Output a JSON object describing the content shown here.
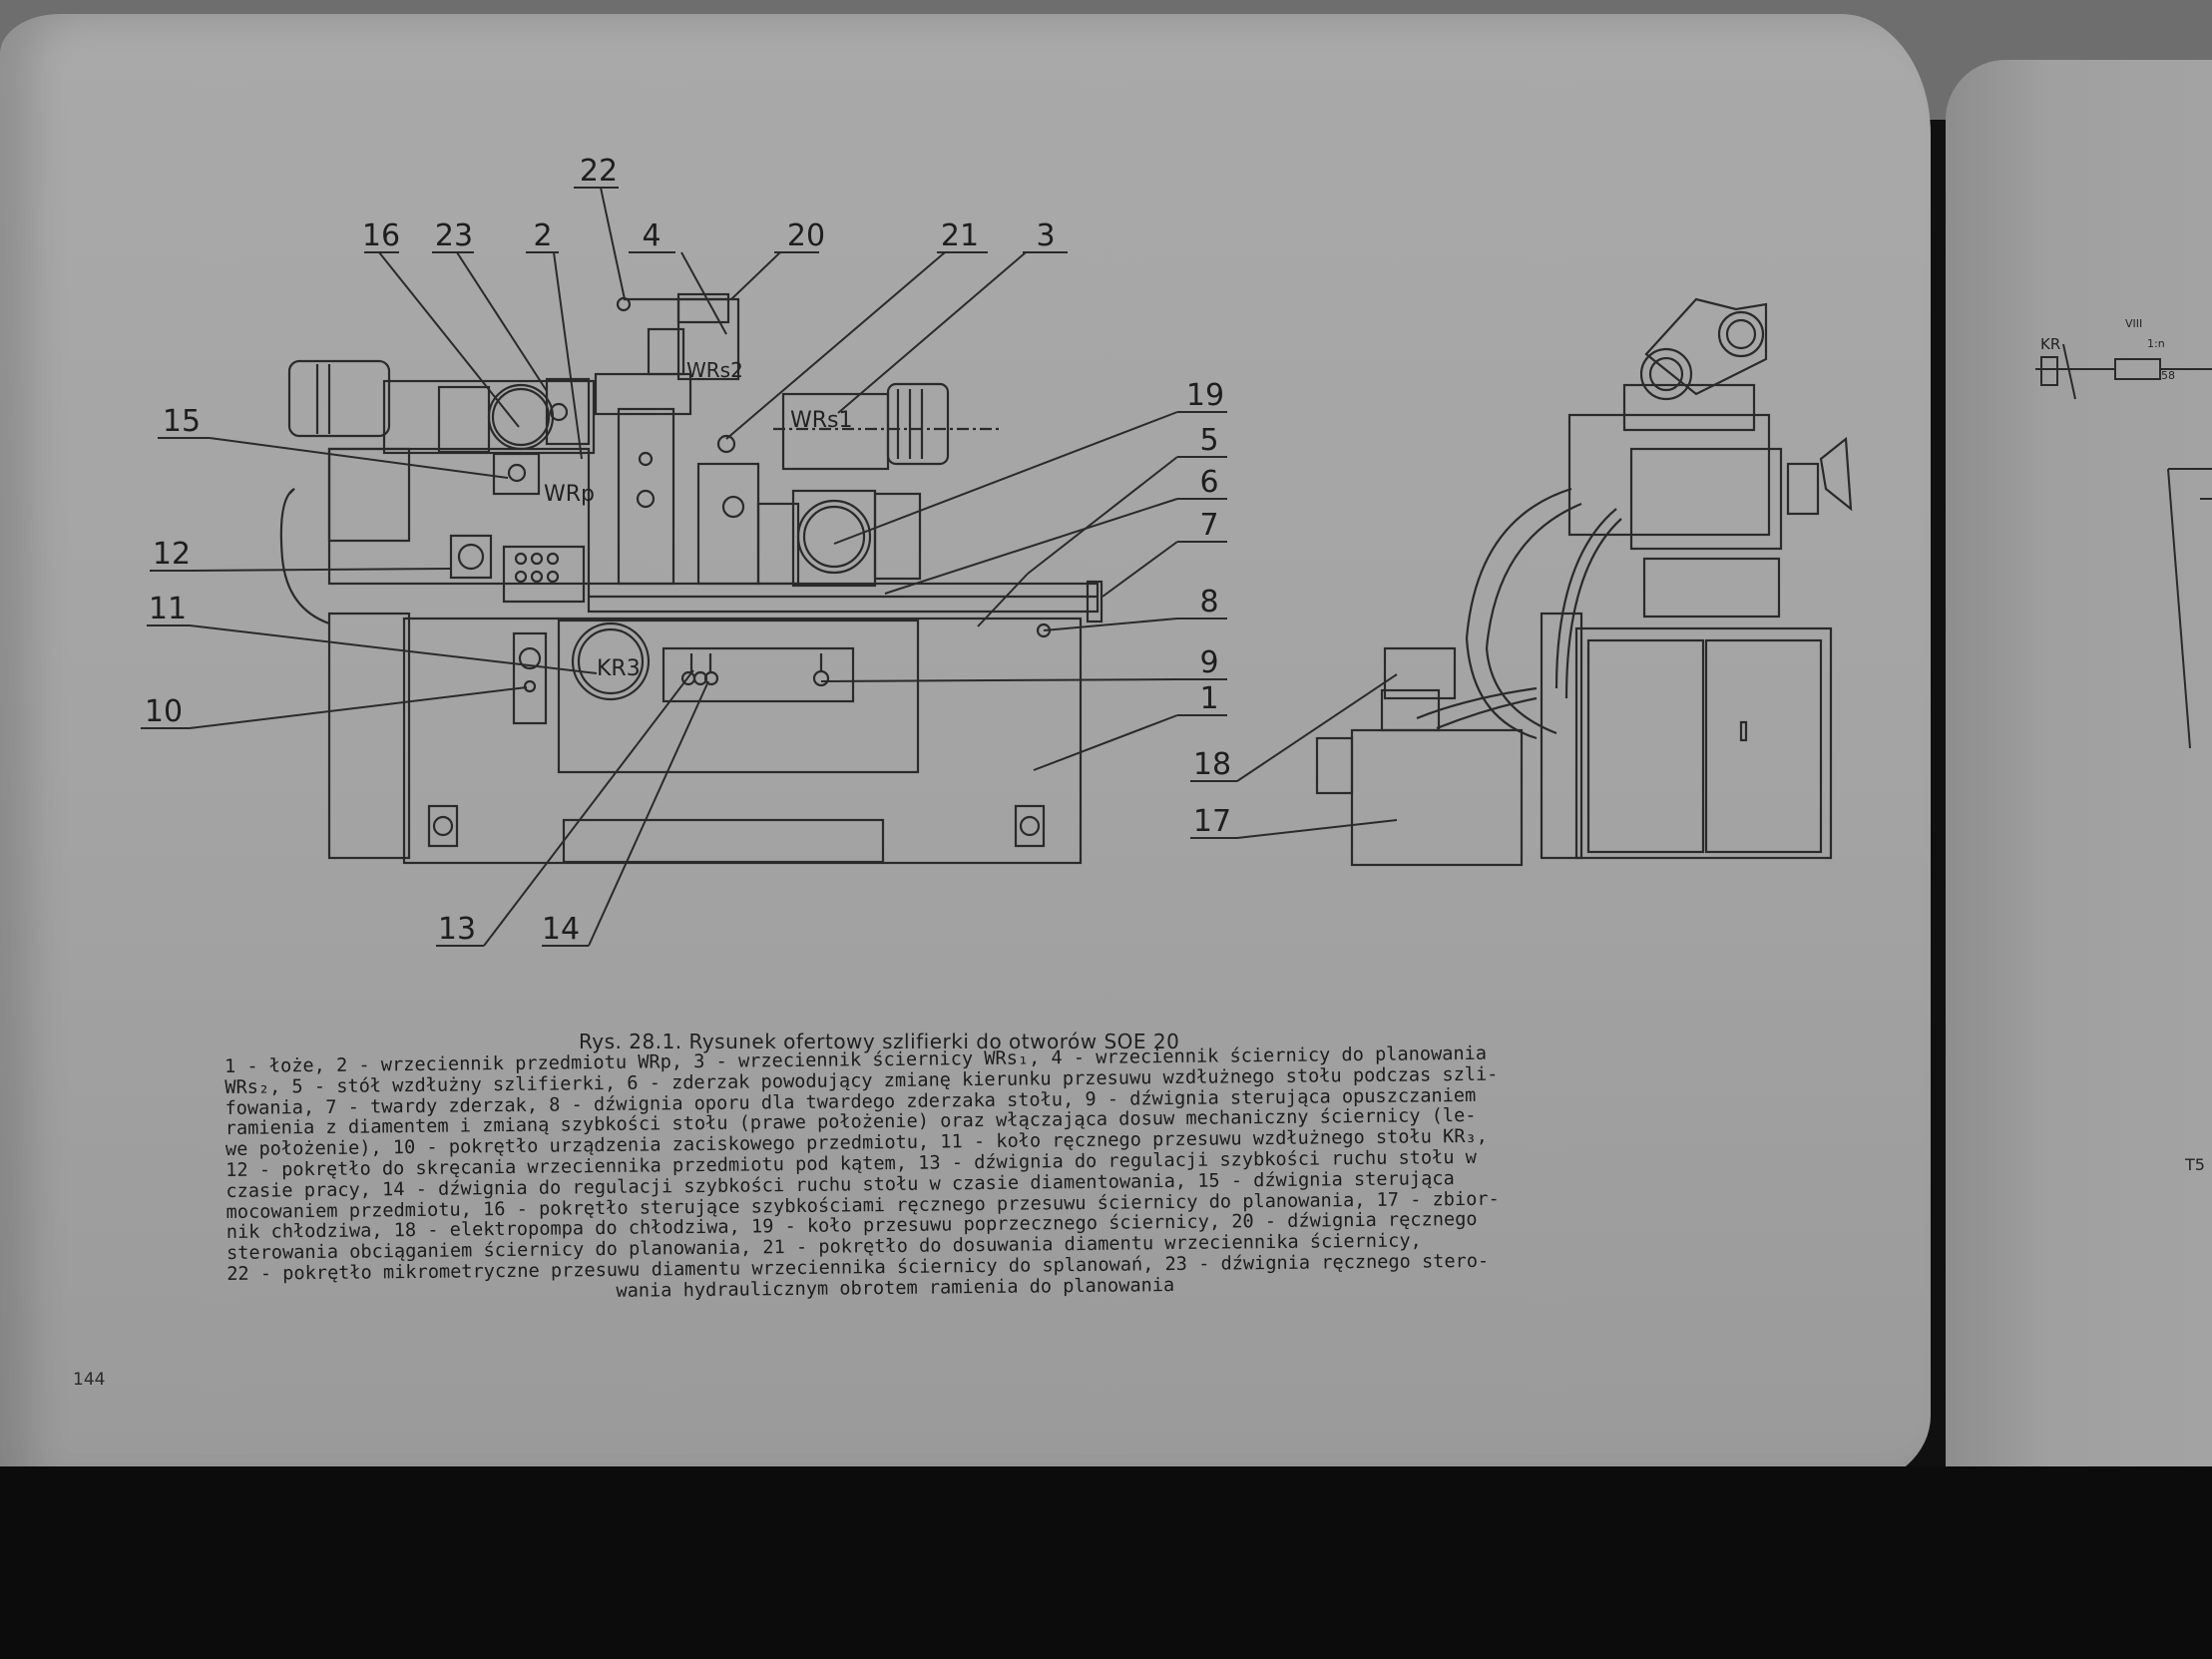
{
  "page": {
    "number": "144",
    "background_colors": {
      "paper": "#a6a6a6",
      "ink": "#1e1e1e",
      "shadow": "#101010"
    }
  },
  "figure": {
    "caption": "Rys. 28.1. Rysunek ofertowy szlifierki do otworów SOE 20",
    "front_view_texts": {
      "wrp": "WRp",
      "wrs1": "WRs1",
      "wrs2": "WRs2",
      "kr3": "KR3"
    },
    "callouts_top": [
      "22",
      "16",
      "23",
      "2",
      "4",
      "20",
      "21",
      "3"
    ],
    "callouts_left": [
      "15",
      "12",
      "11",
      "10"
    ],
    "callouts_middle_right": [
      "19",
      "5",
      "6",
      "7",
      "8",
      "9",
      "1",
      "18",
      "17"
    ],
    "callouts_bottom": [
      "13",
      "14"
    ]
  },
  "legend": {
    "lines": [
      "1 - łoże, 2 - wrzeciennik przedmiotu WRp, 3 - wrzeciennik ściernicy WRs₁, 4 - wrzeciennik ściernicy do planowania",
      "WRs₂, 5 - stół wzdłużny szlifierki, 6 - zderzak powodujący zmianę kierunku przesuwu wzdłużnego stołu podczas szli-",
      "fowania, 7 - twardy zderzak, 8 - dźwignia oporu dla twardego zderzaka stołu, 9 - dźwignia sterująca opuszczaniem",
      "ramienia z diamentem i zmianą szybkości stołu (prawe położenie) oraz włączająca dosuw mechaniczny ściernicy (le-",
      "we położenie), 10 - pokrętło urządzenia zaciskowego przedmiotu, 11 - koło ręcznego przesuwu wzdłużnego stołu KR₃,",
      "12 - pokrętło do skręcania wrzeciennika przedmiotu pod kątem, 13 - dźwignia do regulacji szybkości ruchu stołu w",
      "czasie pracy, 14 - dźwignia do regulacji szybkości ruchu stołu w czasie diamentowania, 15 - dźwignia sterująca",
      "mocowaniem przedmiotu, 16 - pokrętło sterujące szybkościami ręcznego przesuwu ściernicy do planowania, 17 - zbior-",
      "nik chłodziwa, 18 - elektropompa do chłodziwa, 19 - koło przesuwu poprzecznego ściernicy, 20 - dźwignia ręcznego",
      "sterowania obciąganiem ściernicy do planowania, 21 - pokrętło do dosuwania diamentu wrzeciennika ściernicy,",
      "22 - pokrętło mikrometryczne przesuwu diamentu wrzeciennika ściernicy do splanowań, 23 - dźwignia ręcznego stero-",
      "wania hydraulicznym obrotem ramienia do planowania"
    ]
  },
  "right_page": {
    "sketch_labels": {
      "kr": "KR",
      "roman": "VIII",
      "ratio": "1:n",
      "num": "58"
    },
    "margin_note": "T5"
  }
}
